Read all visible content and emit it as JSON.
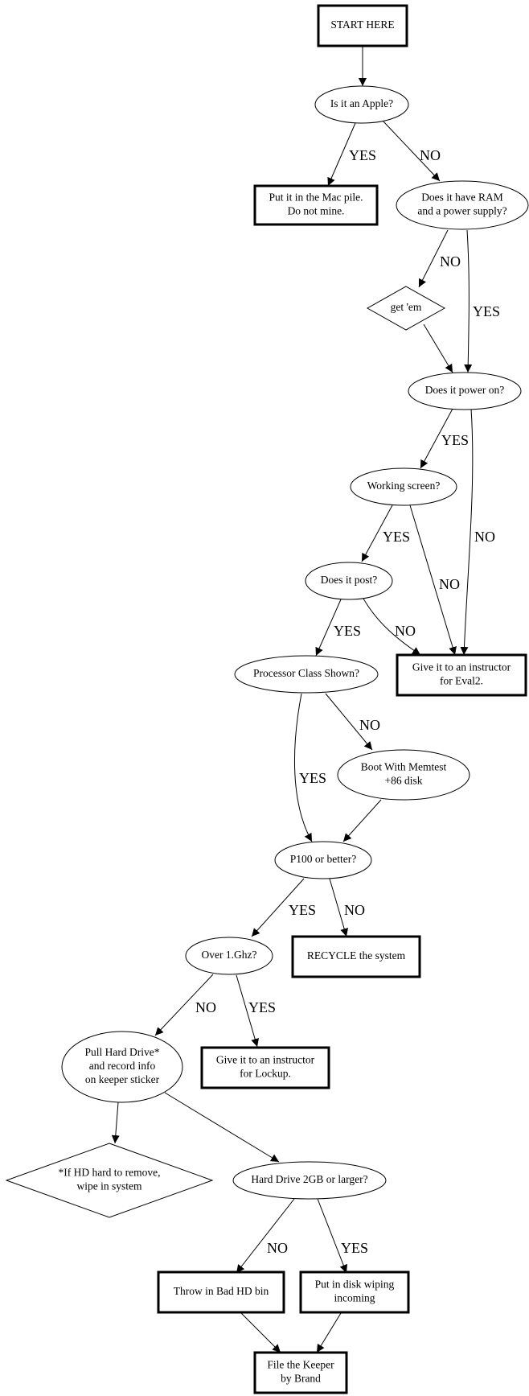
{
  "nodes": {
    "start": {
      "shape": "box-bold",
      "lines": [
        "START HERE"
      ]
    },
    "apple": {
      "shape": "ellipse",
      "lines": [
        "Is it an Apple?"
      ]
    },
    "macpile": {
      "shape": "box-bold",
      "lines": [
        "Put it in the Mac pile.",
        "Do not mine."
      ]
    },
    "ram": {
      "shape": "ellipse",
      "lines": [
        "Does it have RAM",
        "and a power supply?"
      ]
    },
    "getem": {
      "shape": "diamond",
      "lines": [
        "get 'em"
      ]
    },
    "power": {
      "shape": "ellipse",
      "lines": [
        "Does it power on?"
      ]
    },
    "screen": {
      "shape": "ellipse",
      "lines": [
        "Working screen?"
      ]
    },
    "post": {
      "shape": "ellipse",
      "lines": [
        "Does it post?"
      ]
    },
    "eval2": {
      "shape": "box-bold",
      "lines": [
        "Give it to an instructor",
        "for Eval2."
      ]
    },
    "proc": {
      "shape": "ellipse",
      "lines": [
        "Processor Class Shown?"
      ]
    },
    "memtest": {
      "shape": "ellipse",
      "lines": [
        "Boot With Memtest",
        "+86 disk"
      ]
    },
    "p100": {
      "shape": "ellipse",
      "lines": [
        "P100 or better?"
      ]
    },
    "ghz": {
      "shape": "ellipse",
      "lines": [
        "Over 1.Ghz?"
      ]
    },
    "recycle": {
      "shape": "box-bold",
      "lines": [
        "RECYCLE the system"
      ]
    },
    "pullhd": {
      "shape": "ellipse",
      "lines": [
        "Pull Hard Drive*",
        "and record info",
        "on keeper sticker"
      ]
    },
    "lockup": {
      "shape": "box-bold",
      "lines": [
        "Give it to an instructor",
        "for Lockup."
      ]
    },
    "hdnote": {
      "shape": "diamond",
      "lines": [
        "*If HD hard to remove,",
        "wipe in system"
      ]
    },
    "hd2gb": {
      "shape": "ellipse",
      "lines": [
        "Hard Drive 2GB or larger?"
      ]
    },
    "badhd": {
      "shape": "box-bold",
      "lines": [
        "Throw in Bad HD bin"
      ]
    },
    "wipe": {
      "shape": "box-bold",
      "lines": [
        "Put in disk wiping",
        "incoming"
      ]
    },
    "keeper": {
      "shape": "box-bold",
      "lines": [
        "File the Keeper",
        "by Brand"
      ]
    }
  },
  "edges": [
    {
      "from": "start",
      "to": "apple",
      "label": ""
    },
    {
      "from": "apple",
      "to": "macpile",
      "label": "YES"
    },
    {
      "from": "apple",
      "to": "ram",
      "label": "NO"
    },
    {
      "from": "ram",
      "to": "getem",
      "label": "NO"
    },
    {
      "from": "ram",
      "to": "power",
      "label": "YES"
    },
    {
      "from": "getem",
      "to": "power",
      "label": ""
    },
    {
      "from": "power",
      "to": "screen",
      "label": "YES"
    },
    {
      "from": "power",
      "to": "eval2",
      "label": "NO"
    },
    {
      "from": "screen",
      "to": "eval2",
      "label": "NO"
    },
    {
      "from": "screen",
      "to": "post",
      "label": "YES"
    },
    {
      "from": "post",
      "to": "proc",
      "label": "YES"
    },
    {
      "from": "post",
      "to": "eval2",
      "label": "NO"
    },
    {
      "from": "proc",
      "to": "p100",
      "label": "YES"
    },
    {
      "from": "proc",
      "to": "memtest",
      "label": "NO"
    },
    {
      "from": "memtest",
      "to": "p100",
      "label": ""
    },
    {
      "from": "p100",
      "to": "ghz",
      "label": "YES"
    },
    {
      "from": "p100",
      "to": "recycle",
      "label": "NO"
    },
    {
      "from": "ghz",
      "to": "pullhd",
      "label": "NO"
    },
    {
      "from": "ghz",
      "to": "lockup",
      "label": "YES"
    },
    {
      "from": "pullhd",
      "to": "hdnote",
      "label": ""
    },
    {
      "from": "pullhd",
      "to": "hd2gb",
      "label": ""
    },
    {
      "from": "hd2gb",
      "to": "badhd",
      "label": "NO"
    },
    {
      "from": "hd2gb",
      "to": "wipe",
      "label": "YES"
    },
    {
      "from": "badhd",
      "to": "keeper",
      "label": ""
    },
    {
      "from": "wipe",
      "to": "keeper",
      "label": ""
    }
  ]
}
